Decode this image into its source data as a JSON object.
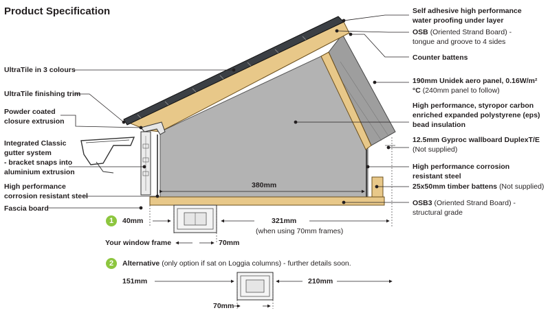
{
  "title": "Product Specification",
  "left_labels": {
    "ultratile": "UltraTile in 3 colours",
    "finishing_trim": "UltraTile finishing trim",
    "closure_1": "Powder coated",
    "closure_2": "closure extrusion",
    "gutter_1": "Integrated Classic",
    "gutter_2": "gutter system",
    "gutter_3": "- bracket snaps into",
    "gutter_4": "aluminium extrusion",
    "steel_1": "High performance",
    "steel_2": "corrosion resistant steel",
    "fascia": "Fascia board"
  },
  "right_labels": {
    "membrane_1": "Self adhesive high performance",
    "membrane_2": "water proofing under layer",
    "osb_bold": "OSB",
    "osb_rest": "(Oriented Strand Board) -",
    "osb_2": "tongue and groove to 4 sides",
    "battens": "Counter battens",
    "panel_1": "190mm Unidek aero panel, 0.16W/m²",
    "panel_2_bold": "°C",
    "panel_2_rest": "(240mm panel to follow)",
    "eps_1": "High performance, styropor carbon",
    "eps_2": "enriched expanded polystyrene (eps)",
    "eps_3": "bead insulation",
    "gyproc_1": "12.5mm Gyproc wallboard DuplexT/E",
    "gyproc_2": "(Not supplied)",
    "steel_1": "High performance corrosion",
    "steel_2": "resistant steel",
    "timber_bold": "25x50mm timber battens",
    "timber_rest": "(Not supplied)",
    "osb3_bold": "OSB3",
    "osb3_rest": "(Oriented Strand Board) -",
    "osb3_2": "structural grade"
  },
  "dimensions": {
    "inner_width": "380mm",
    "opt1_left": "40mm",
    "opt1_right": "321mm",
    "opt1_note": "(when using 70mm frames)",
    "opt1_frame": "70mm",
    "window_frame": "Your window frame",
    "opt2_left": "151mm",
    "opt2_right": "210mm",
    "opt2_frame": "70mm"
  },
  "options": {
    "badge_1": "1",
    "badge_2": "2",
    "alt_bold": "Alternative",
    "alt_rest": "(only option if sat on Loggia columns) - further details soon."
  },
  "colors": {
    "osb": "#e8c889",
    "insulation": "#b3b3b3",
    "tile": "#3b3f44",
    "badge": "#8dc63f"
  }
}
